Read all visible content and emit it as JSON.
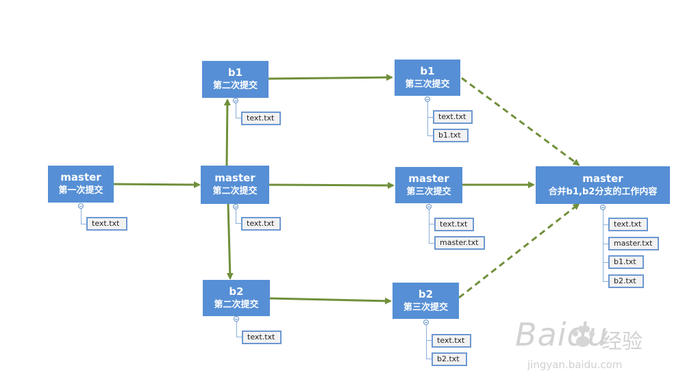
{
  "nodes": {
    "master1": {
      "branch": "master",
      "commit": "第一次提交",
      "files": [
        "text.txt"
      ]
    },
    "master2": {
      "branch": "master",
      "commit": "第二次提交",
      "files": [
        "text.txt"
      ]
    },
    "b1_2": {
      "branch": "b1",
      "commit": "第二次提交",
      "files": [
        "text.txt"
      ]
    },
    "b2_2": {
      "branch": "b2",
      "commit": "第二次提交",
      "files": [
        "text.txt"
      ]
    },
    "b1_3": {
      "branch": "b1",
      "commit": "第三次提交",
      "files": [
        "text.txt",
        "b1.txt"
      ]
    },
    "master3": {
      "branch": "master",
      "commit": "第三次提交",
      "files": [
        "text.txt",
        "master.txt"
      ]
    },
    "b2_3": {
      "branch": "b2",
      "commit": "第三次提交",
      "files": [
        "text.txt",
        "b2.txt"
      ]
    },
    "merge": {
      "branch": "master",
      "commit": "合并b1,b2分支的工作内容",
      "files": [
        "text.txt",
        "master.txt",
        "b1.txt",
        "b2.txt"
      ]
    }
  },
  "edges": [
    {
      "from": "master1",
      "to": "master2",
      "style": "solid"
    },
    {
      "from": "master2",
      "to": "b1_2",
      "style": "solid"
    },
    {
      "from": "master2",
      "to": "b2_2",
      "style": "solid"
    },
    {
      "from": "master2",
      "to": "master3",
      "style": "solid"
    },
    {
      "from": "b1_2",
      "to": "b1_3",
      "style": "solid"
    },
    {
      "from": "b2_2",
      "to": "b2_3",
      "style": "solid"
    },
    {
      "from": "master3",
      "to": "merge",
      "style": "solid"
    },
    {
      "from": "b1_3",
      "to": "merge",
      "style": "dashed"
    },
    {
      "from": "b2_3",
      "to": "merge",
      "style": "dashed"
    }
  ],
  "colors": {
    "node_fill": "#568fd5",
    "arrow": "#6f8f3a",
    "file_border": "#6c97d1"
  },
  "watermark": {
    "logo": "Baidu",
    "cn": "经验",
    "url": "jingyan.baidu.com"
  }
}
